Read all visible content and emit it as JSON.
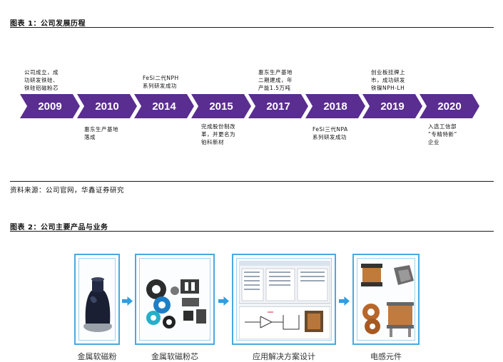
{
  "figure1": {
    "title": "图表 1：公司发展历程",
    "source": "资料来源：公司官网，华鑫证券研究"
  },
  "timeline": {
    "years": [
      "2009",
      "2010",
      "2014",
      "2015",
      "2017",
      "2018",
      "2019",
      "2020"
    ],
    "notes_above": {
      "y2009": [
        "公司成立，成",
        "功研发铁硅、",
        "铁硅铝磁粉芯"
      ],
      "y2014": [
        "FeSi二代NPH",
        "系列研发成功"
      ],
      "y2017": [
        "惠东生产基地",
        "二期建成，年",
        "产能1.5万吨"
      ],
      "y2019": [
        "创业板挂牌上",
        "市，成功研发",
        "铁镍NPH-LH"
      ]
    },
    "notes_below": {
      "y2010": [
        "惠东生产基地",
        "落成"
      ],
      "y2015": [
        "完成股份制改",
        "革，并更名为",
        "铂科新材"
      ],
      "y2018": [
        "FeSi三代NPA",
        "系列研发成功"
      ],
      "y2020": [
        "入选工信部",
        "“专精特新”",
        "企业"
      ]
    },
    "color": "#5a2d90"
  },
  "figure2": {
    "title": "图表 2：公司主要产品与业务",
    "captions": [
      "金属软磁粉",
      "金属软磁粉芯",
      "应用解决方案设计",
      "电感元件"
    ],
    "accent": "#4aa8e0"
  }
}
